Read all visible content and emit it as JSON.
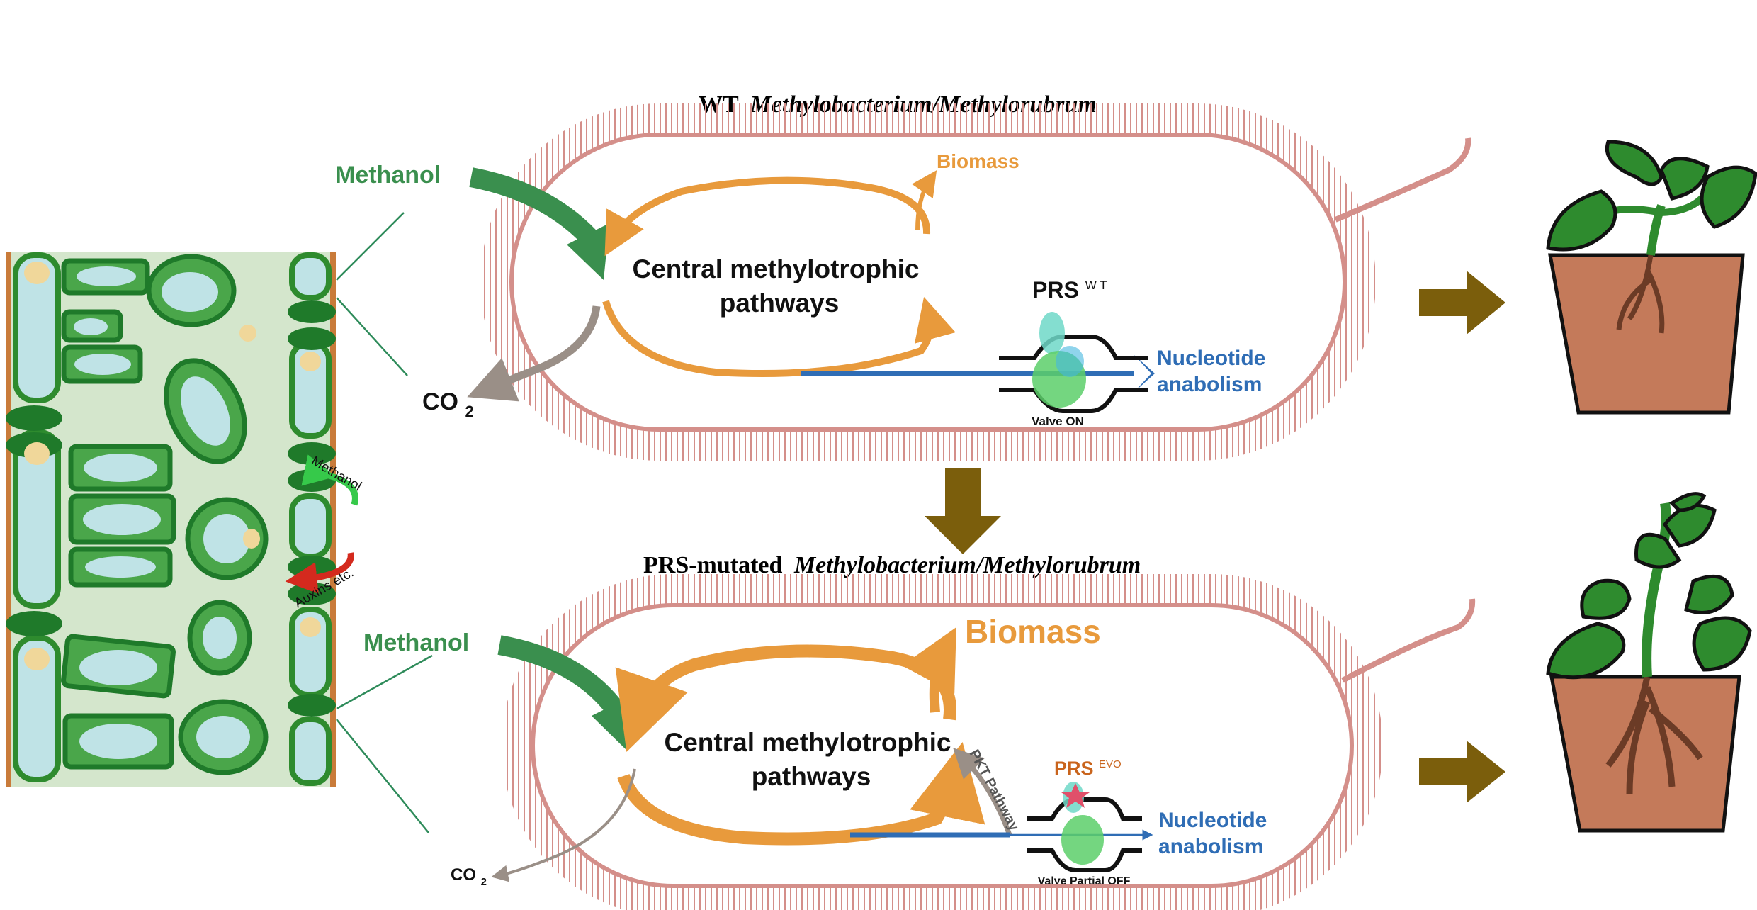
{
  "top_panel": {
    "title_prefix": "WT",
    "title_organism": "Methylobacterium/Methylorubrum",
    "methanol_label": "Methanol",
    "co2_label": "CO",
    "co2_subscript": "2",
    "central_line1": "Central methylotrophic",
    "central_line2": "pathways",
    "biomass_label": "Biomass",
    "prs_label": "PRS",
    "prs_superscript": "W T",
    "valve_label": "Valve ON",
    "nucleotide_line1": "Nucleotide",
    "nucleotide_line2": "anabolism"
  },
  "bottom_panel": {
    "title_prefix": "PRS-mutated",
    "title_organism": "Methylobacterium/Methylorubrum",
    "methanol_label": "Methanol",
    "co2_label": "CO",
    "co2_subscript": "2",
    "central_line1": "Central methylotrophic",
    "central_line2": "pathways",
    "biomass_label": "Biomass",
    "pkt_label": "PKT Pathway",
    "prs_label": "PRS",
    "prs_superscript": "EVO",
    "valve_label": "Valve Partial OFF",
    "nucleotide_line1": "Nucleotide",
    "nucleotide_line2": "anabolism"
  },
  "leaf": {
    "methanol_exchange_label": "Methanol",
    "auxins_label": "Auxins etc."
  },
  "colors": {
    "methanol_green": "#3a8f4e",
    "leaf_green": "#2e8b2e",
    "flux_orange": "#e89a3c",
    "co2_gray": "#9a8f87",
    "nucleotide_blue": "#2f6db5",
    "cell_membrane": "#d48f8a",
    "transition_arrow": "#7b5e0c",
    "pot_brown": "#c47a5a",
    "prs_evo_orange": "#c9641c",
    "auxin_red": "#d42a1e",
    "methanol_exchange_green": "#36c94a"
  },
  "icons": [
    "plant-pot-icon",
    "plant-pot-large-icon",
    "leaf-cross-section-icon",
    "prs-protein-icon",
    "valve-icon",
    "down-arrow-icon",
    "right-arrow-icon"
  ]
}
